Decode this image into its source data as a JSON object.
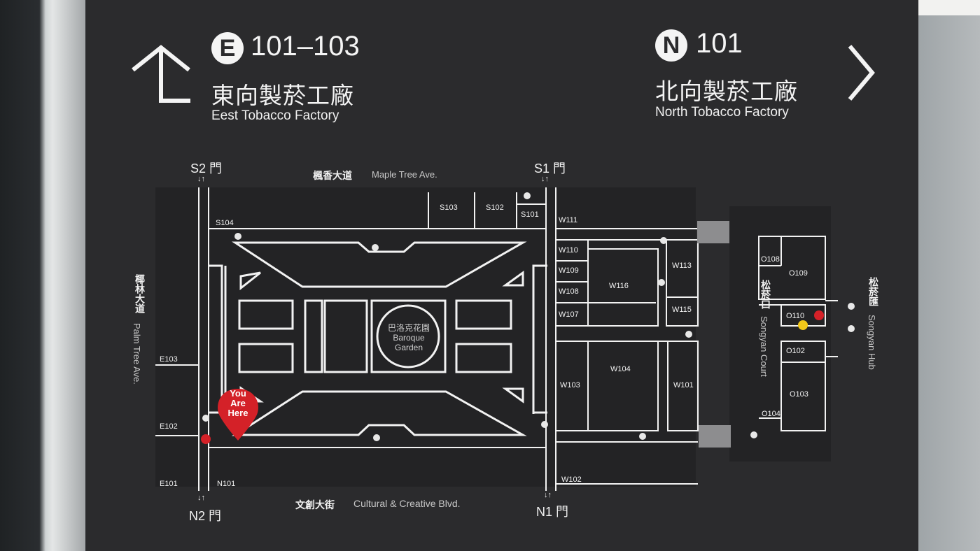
{
  "header": {
    "east": {
      "badge": "E",
      "numbers": "101–103",
      "zh": "東向製菸工廠",
      "en": "Eest Tobacco Factory"
    },
    "north": {
      "badge": "N",
      "numbers": "101",
      "zh": "北向製菸工廠",
      "en": "North Tobacco Factory"
    }
  },
  "gates": {
    "s2": "S2 門",
    "s1": "S1 門",
    "n2": "N2 門",
    "n1": "N1 門"
  },
  "streets": {
    "top_zh": "楓香大道",
    "top_en": "Maple Tree Ave.",
    "bottom_zh": "文創大街",
    "bottom_en": "Cultural & Creative Blvd.",
    "left_zh": "椰林大道",
    "left_en": "Palm Tree Ave.",
    "court_zh": "松菸口",
    "court_en": "Songyan Court",
    "hub_zh": "松菸匯",
    "hub_en": "Songyan Hub"
  },
  "garden": {
    "zh": "巴洛克花園",
    "en1": "Baroque",
    "en2": "Garden"
  },
  "you_are_here": [
    "You",
    "Are",
    "Here"
  ],
  "rooms": {
    "s104": "S104",
    "s103": "S103",
    "s102": "S102",
    "s101": "S101",
    "w111": "W111",
    "w110": "W110",
    "w109": "W109",
    "w108": "W108",
    "w107": "W107",
    "w116": "W116",
    "w113": "W113",
    "w115": "W115",
    "w104": "W104",
    "w103": "W103",
    "w101": "W101",
    "w102": "W102",
    "e103": "E103",
    "e102": "E102",
    "e101": "E101",
    "n101": "N101",
    "o108": "O108",
    "o109": "O109",
    "o110": "O110",
    "o102": "O102",
    "o103": "O103",
    "o104": "O104"
  },
  "colors": {
    "board": "#2b2b2d",
    "line": "#f2f2f2",
    "pin": "#d42128",
    "info": "#f3c91a"
  }
}
